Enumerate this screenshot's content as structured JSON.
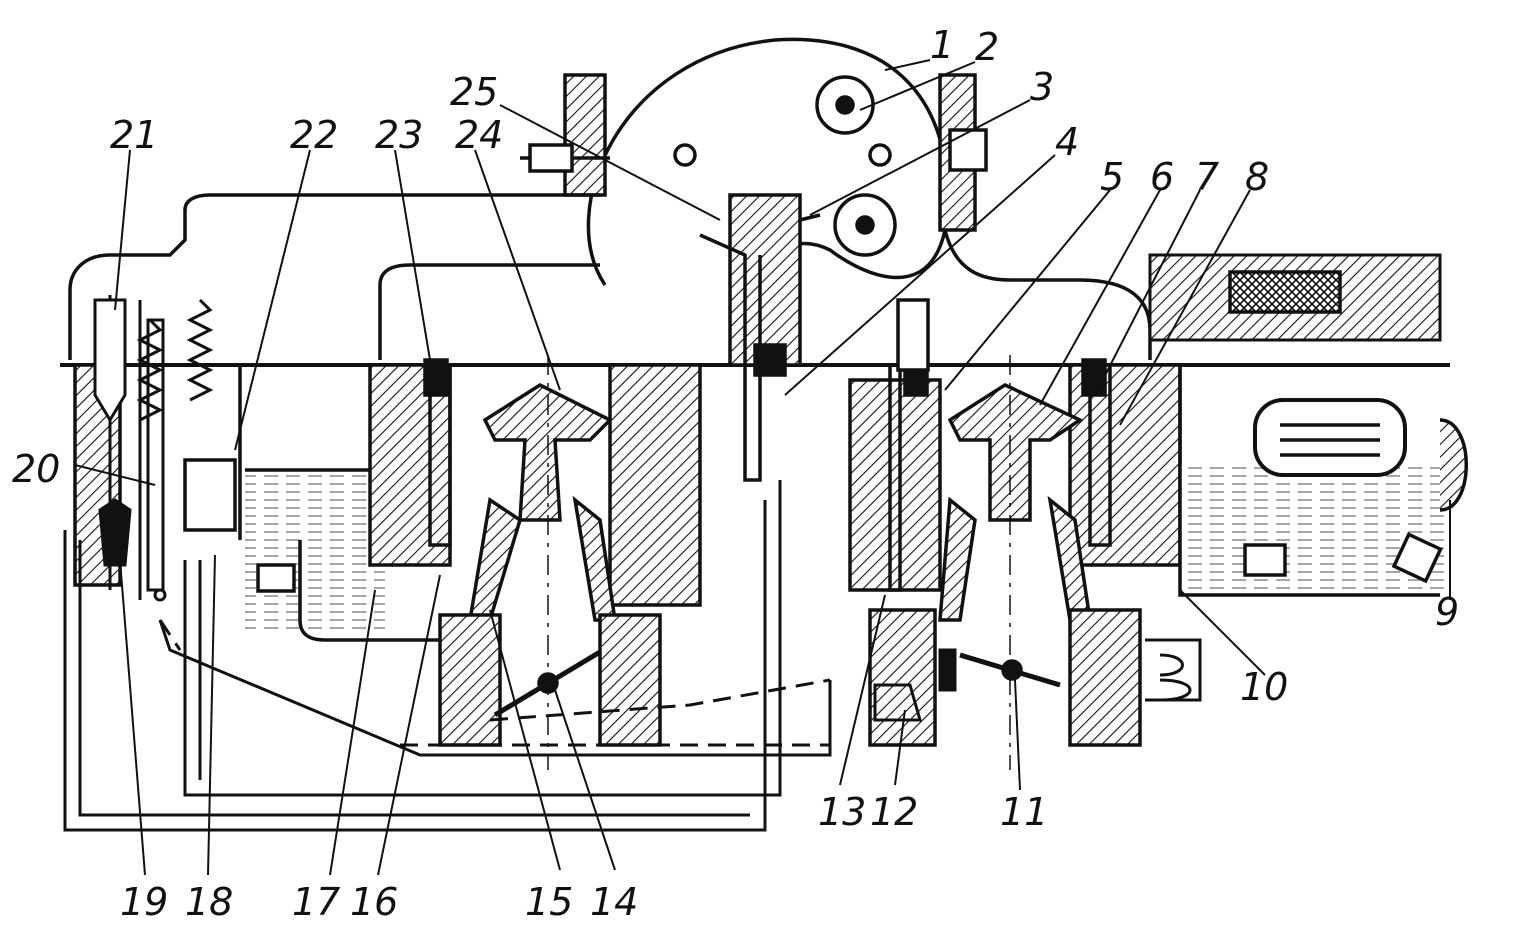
{
  "diagram": {
    "colors": {
      "ink": "#111111",
      "paper": "#ffffff",
      "fuel": "#9a9a9a"
    },
    "labels": [
      "1",
      "2",
      "3",
      "4",
      "5",
      "6",
      "7",
      "8",
      "9",
      "10",
      "11",
      "12",
      "13",
      "14",
      "15",
      "16",
      "17",
      "18",
      "19",
      "20",
      "21",
      "22",
      "23",
      "24",
      "25"
    ]
  }
}
